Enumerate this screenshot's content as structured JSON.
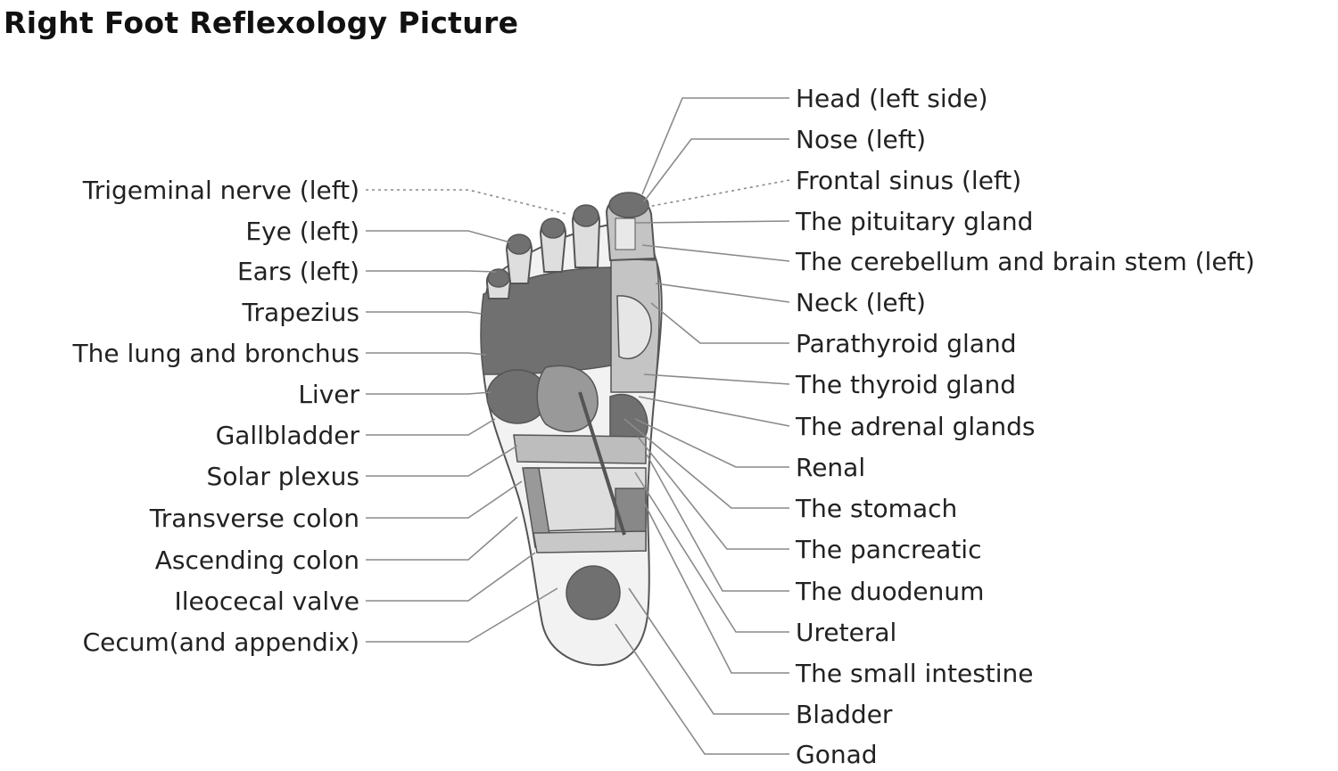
{
  "title": "Right Foot Reflexology Picture",
  "colors": {
    "dark": "#707070",
    "medium": "#999999",
    "light": "#c4c4c4",
    "pale": "#dedede",
    "outline": "#555555",
    "leader": "#8a8a8a"
  },
  "labels_left": [
    "Trigeminal nerve (left)",
    "Eye (left)",
    "Ears (left)",
    "Trapezius",
    "The lung and bronchus",
    "Liver",
    "Gallbladder",
    "Solar plexus",
    "Transverse colon",
    "Ascending colon",
    "Ileocecal valve",
    "Cecum(and appendix)"
  ],
  "labels_right": [
    "Head (left side)",
    "Nose (left)",
    "Frontal sinus (left)",
    "The pituitary gland",
    "The cerebellum and brain stem (left)",
    "Neck (left)",
    "Parathyroid gland",
    "The thyroid gland",
    "The adrenal glands",
    "Renal",
    "The stomach",
    "The pancreatic",
    "The duodenum",
    "Ureteral",
    "The small intestine",
    "Bladder",
    "Gonad"
  ]
}
